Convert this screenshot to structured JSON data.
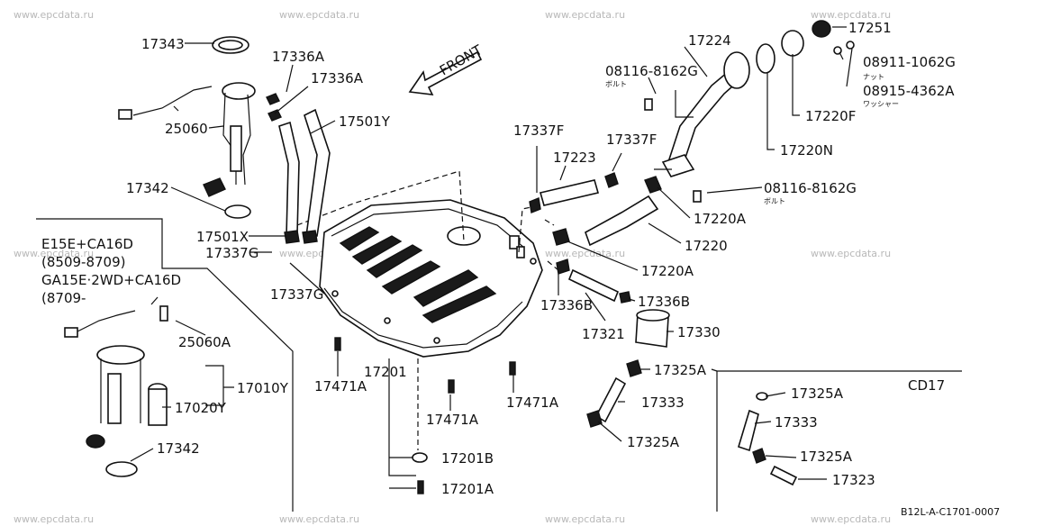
{
  "watermark": "www.epcdata.ru",
  "diagram_code": "B12L-A-C1701-0007",
  "front_label": "FRONT",
  "variant_box_label": "CD17",
  "katakana": {
    "bolt": "ボルト",
    "nut": "ナット",
    "washer": "ワッシャー"
  },
  "engine_notes": [
    "E15E+CA16D",
    "(8509-8709)",
    "GA15E·2WD+CA16D",
    "(8709-"
  ],
  "labels": {
    "p17343": "17343",
    "p17336A_1": "17336A",
    "p17336A_2": "17336A",
    "p17501Y": "17501Y",
    "p25060": "25060",
    "p17342_top": "17342",
    "p17501X": "17501X",
    "p17337G_1": "17337G",
    "p17337G_2": "17337G",
    "p25060A": "25060A",
    "p17010Y": "17010Y",
    "p17020Y": "17020Y",
    "p17342_bot": "17342",
    "p17471A_1": "17471A",
    "p17201": "17201",
    "p17471A_2": "17471A",
    "p17471A_3": "17471A",
    "p17201B": "17201B",
    "p17201A": "17201A",
    "p17337F_1": "17337F",
    "p17223": "17223",
    "p17337F_2": "17337F",
    "p17224": "17224",
    "p08116_1": "08116-8162G",
    "p17251": "17251",
    "p08911": "08911-1062G",
    "p08915": "08915-4362A",
    "p17220F": "17220F",
    "p17220N": "17220N",
    "p08116_2": "08116-8162G",
    "p17220A_1": "17220A",
    "p17220": "17220",
    "p17220A_2": "17220A",
    "p17336B_1": "17336B",
    "p17336B_2": "17336B",
    "p17321": "17321",
    "p17330": "17330",
    "p17325A_1": "17325A",
    "p17333_1": "17333",
    "p17325A_2": "17325A",
    "p17325A_3": "17325A",
    "p17333_2": "17333",
    "p17325A_4": "17325A",
    "p17323": "17323"
  }
}
